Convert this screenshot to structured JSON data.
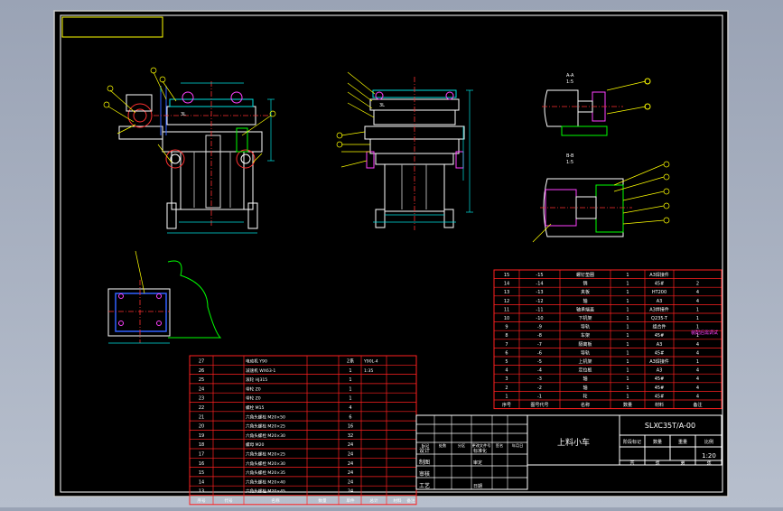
{
  "title_block": {
    "drawing_no": "SLXC35T/A-00",
    "title": "上料小车",
    "scale": "1:20",
    "row_labels": [
      "设计",
      "制图",
      "审核",
      "工艺"
    ],
    "col_labels": [
      "阶段标记",
      "数量",
      "重量",
      "比例"
    ],
    "sheet_labels": [
      "共",
      "张",
      "第",
      "张"
    ],
    "std": "标准化",
    "approve": "审定",
    "date": "日期",
    "rev_header": [
      "标记",
      "处数",
      "分区",
      "更改文件号",
      "签名",
      "年月日"
    ]
  },
  "section_labels": {
    "aa": "A-A",
    "aa_scale": "1:5",
    "bb": "B-B",
    "bb_scale": "1:5"
  },
  "view_marks": {
    "front_top": "3L",
    "side_top": "3L"
  },
  "bom_right": {
    "header": [
      "序号",
      "图号代号",
      "名称",
      "数量",
      "材料",
      "备注"
    ],
    "rows": [
      [
        "15",
        "-15",
        "螺钉垫圈",
        "1",
        "A3焊接件",
        ""
      ],
      [
        "14",
        "-14",
        "销",
        "1",
        "45#",
        "2"
      ],
      [
        "13",
        "-13",
        "夹板",
        "1",
        "HT200",
        "4"
      ],
      [
        "12",
        "-12",
        "轴",
        "1",
        "A3",
        "4"
      ],
      [
        "11",
        "-11",
        "轴承端盖",
        "1",
        "A3焊接件",
        "1"
      ],
      [
        "10",
        "-10",
        "下机架",
        "1",
        "Q235-T",
        "1"
      ],
      [
        "9",
        "-9",
        "导轨",
        "1",
        "组合件",
        "1"
      ],
      [
        "8",
        "-8",
        "车架",
        "1",
        "45#",
        "1"
      ],
      [
        "7",
        "-7",
        "隔离板",
        "1",
        "A3",
        "4"
      ],
      [
        "6",
        "-6",
        "导轨",
        "1",
        "45#",
        "4"
      ],
      [
        "5",
        "-5",
        "上机架",
        "1",
        "A3焊接件",
        "1"
      ],
      [
        "4",
        "-4",
        "定位板",
        "1",
        "A3",
        "4"
      ],
      [
        "3",
        "-3",
        "轴",
        "1",
        "45#",
        "4"
      ],
      [
        "2",
        "-2",
        "轴",
        "1",
        "45#",
        "4"
      ],
      [
        "1",
        "-1",
        "轮",
        "1",
        "45#",
        "4"
      ]
    ],
    "note": "装配后需调试"
  },
  "bom_left": {
    "header": [
      "序号",
      "代号",
      "名称",
      "数量",
      "单件",
      "总计",
      "材料",
      "备注"
    ],
    "rows": [
      [
        "27",
        "",
        "电动机 Y90",
        "",
        "2系",
        "",
        "Y90L-4",
        ""
      ],
      [
        "26",
        "",
        "减速机 WX63-1",
        "",
        "1",
        "",
        "1:35",
        ""
      ],
      [
        "25",
        "",
        "滚轮 HJ315",
        "",
        "1",
        "",
        "",
        ""
      ],
      [
        "24",
        "",
        "带轮 Z0",
        "",
        "1",
        "",
        "",
        ""
      ],
      [
        "23",
        "",
        "带轮 Z0",
        "",
        "1",
        "",
        "",
        ""
      ],
      [
        "22",
        "",
        "螺栓 M15",
        "",
        "4",
        "",
        "",
        ""
      ],
      [
        "21",
        "",
        "六角头螺栓 M20×50",
        "",
        "6",
        "",
        "",
        ""
      ],
      [
        "20",
        "",
        "六角头螺栓 M20×25",
        "",
        "16",
        "",
        "",
        ""
      ],
      [
        "19",
        "",
        "六角头螺栓 M20×30",
        "",
        "32",
        "",
        "",
        ""
      ],
      [
        "18",
        "",
        "螺母 M20",
        "",
        "24",
        "",
        "",
        ""
      ],
      [
        "17",
        "",
        "六角头螺栓 M20×25",
        "",
        "24",
        "",
        "",
        ""
      ],
      [
        "16",
        "",
        "六角头螺栓 M20×30",
        "",
        "24",
        "",
        "",
        ""
      ],
      [
        "15",
        "",
        "六角头螺栓 M20×35",
        "",
        "24",
        "",
        "",
        ""
      ],
      [
        "14",
        "",
        "六角头螺栓 M20×40",
        "",
        "24",
        "",
        "",
        ""
      ],
      [
        "13",
        "",
        "六角头螺栓 M20×45",
        "",
        "24",
        "",
        "",
        ""
      ]
    ]
  },
  "colors": {
    "background": "#000000",
    "frame": "#ffffff",
    "table": "#ff2020",
    "table_text": "#ffffff",
    "part": "#ffffff",
    "dim": "#00e0e0",
    "leader": "#ffff00",
    "center": "#ff3030",
    "section": "#00ff00",
    "blue": "#3060ff",
    "magenta": "#ff40ff"
  }
}
